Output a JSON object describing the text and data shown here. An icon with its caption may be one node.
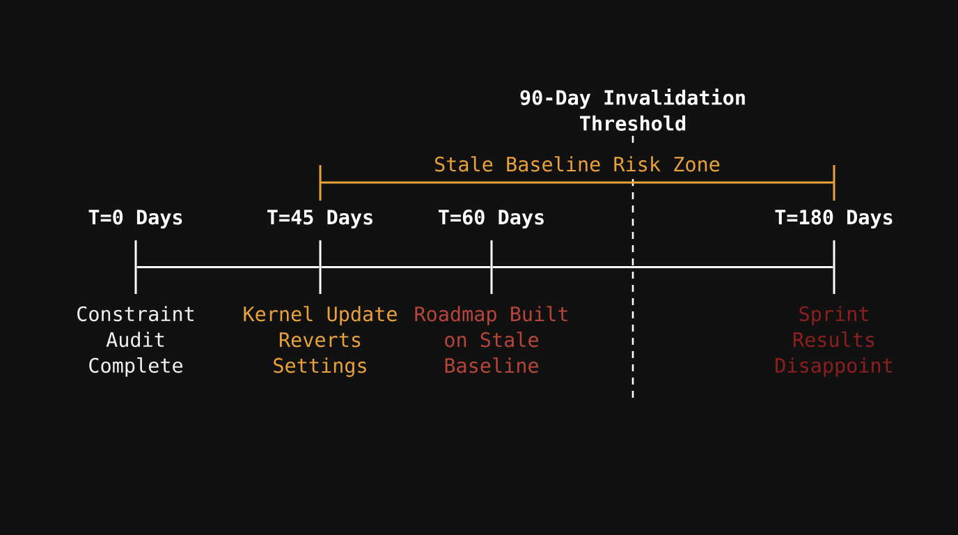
{
  "diagram": {
    "nodes": [
      {
        "text": [
          "T=0 Days",
          "Constraint Audit Complete"
        ]
      },
      {
        "text": [
          "T=45 Days",
          "Kernel Update Reverts Settings"
        ]
      },
      {
        "text": [
          "T=60 Days",
          "Roadmap Built on Stale Baseline"
        ]
      },
      {
        "text": [
          "T=180 Days",
          "Sprint Results Disappoint"
        ]
      }
    ],
    "edges": [
      {
        "from": 0,
        "to": 1,
        "arrow": "none"
      },
      {
        "from": 1,
        "to": 2,
        "arrow": "none"
      },
      {
        "from": 2,
        "to": 3,
        "arrow": "none"
      }
    ],
    "labels": [
      "90-Day Invalidation Threshold",
      "Stale Baseline Risk Zone"
    ]
  }
}
